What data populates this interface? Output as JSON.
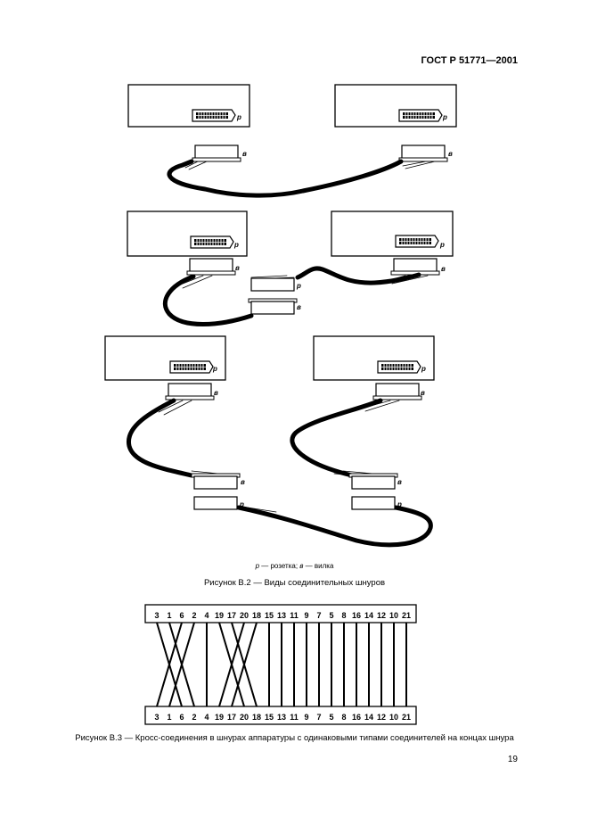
{
  "header": {
    "doc_id": "ГОСТ Р 51771—2001"
  },
  "labels": {
    "socket": "р",
    "plug": "в"
  },
  "legend": {
    "p": "р",
    "p_desc": " — розетка; ",
    "v": "в",
    "v_desc": " — вилка"
  },
  "figure_b2": {
    "caption": "Рисунок В.2 — Виды соединительных шнуров"
  },
  "figure_b3": {
    "caption": "Рисунок В.3 — Кросс-соединения в шнурах аппаратуры с одинаковыми типами соединителей на концах шнура",
    "top_pins": [
      "3",
      "1",
      "6",
      "2",
      "4",
      "19",
      "17",
      "20",
      "18",
      "15",
      "13",
      "11",
      "9",
      "7",
      "5",
      "8",
      "16",
      "14",
      "12",
      "10",
      "21"
    ],
    "bottom_pins": [
      "3",
      "1",
      "6",
      "2",
      "4",
      "19",
      "17",
      "20",
      "18",
      "15",
      "13",
      "11",
      "9",
      "7",
      "5",
      "8",
      "16",
      "14",
      "12",
      "10",
      "21"
    ]
  },
  "page_number": "19"
}
